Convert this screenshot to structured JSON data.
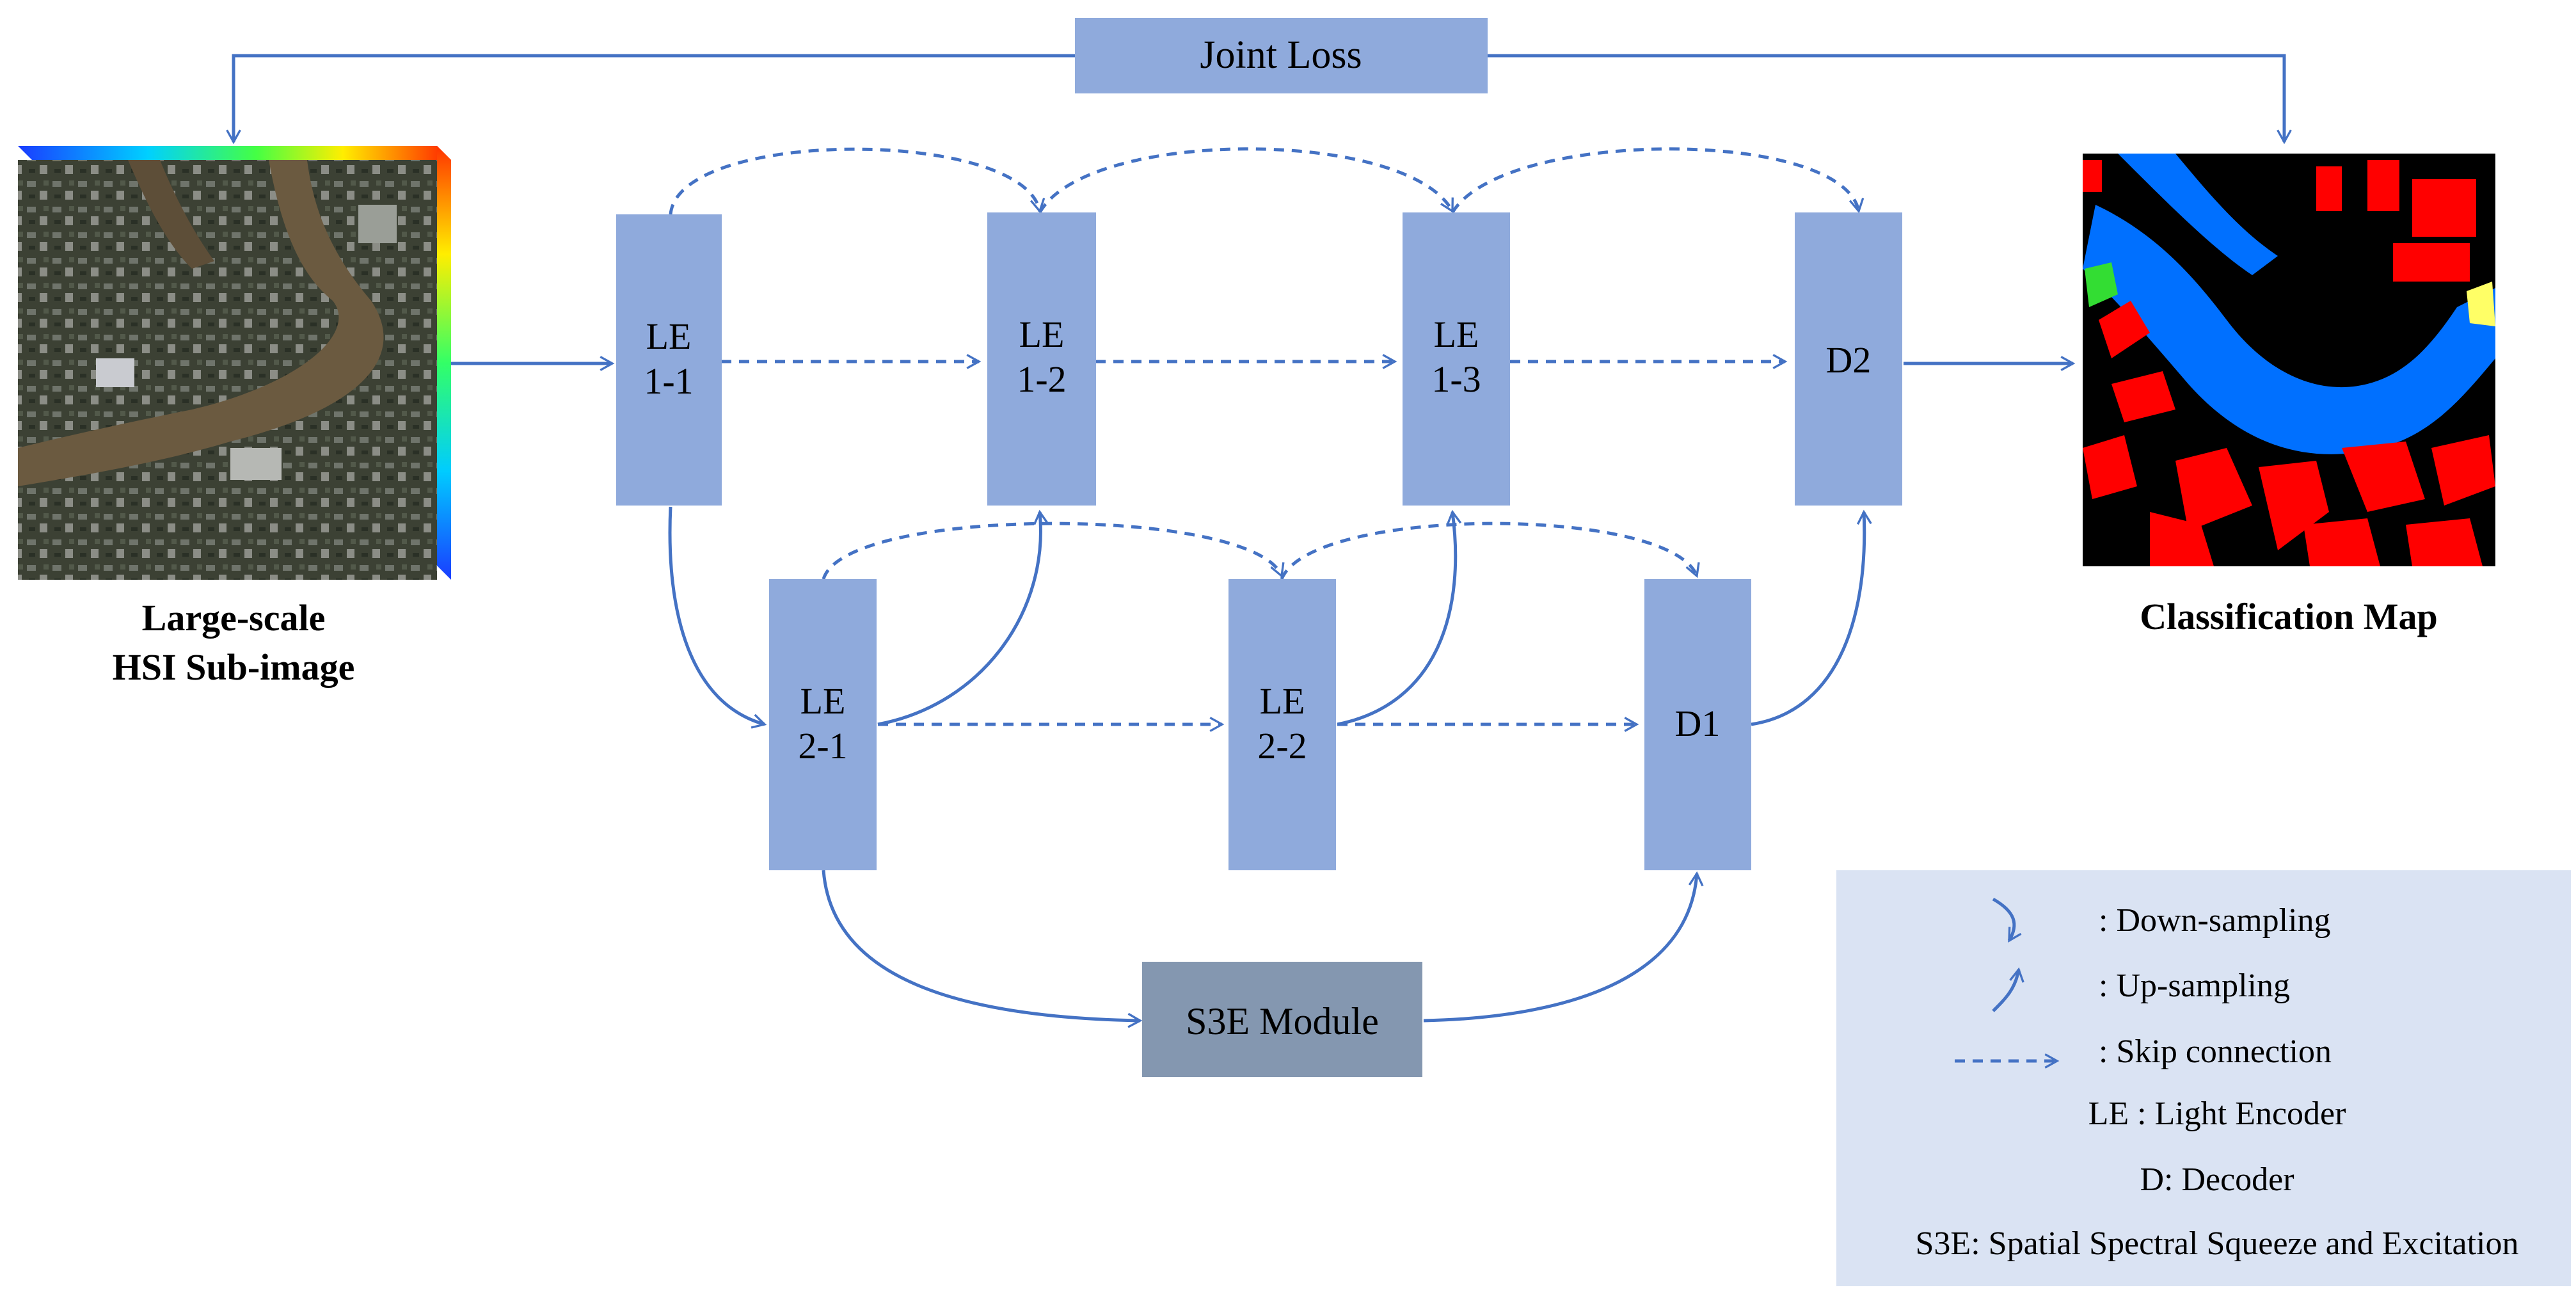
{
  "colors": {
    "box_fill": "#8faadc",
    "module_fill": "#8497b0",
    "arrow": "#4472c4",
    "legend_bg": "#dae3f3",
    "map_background": "#000000",
    "map_building": "#ff0000",
    "map_water": "#0070ff",
    "map_vegetation": "#33dd33",
    "map_other": "#ffff66"
  },
  "loss": {
    "label": "Joint Loss"
  },
  "input": {
    "line1": "Large-scale",
    "line2": "HSI Sub-image"
  },
  "output": {
    "label": "Classification Map"
  },
  "nodes": {
    "le11": {
      "line1": "LE",
      "line2": "1-1"
    },
    "le12": {
      "line1": "LE",
      "line2": "1-2"
    },
    "le13": {
      "line1": "LE",
      "line2": "1-3"
    },
    "d2": {
      "line1": "D2"
    },
    "le21": {
      "line1": "LE",
      "line2": "2-1"
    },
    "le22": {
      "line1": "LE",
      "line2": "2-2"
    },
    "d1": {
      "line1": "D1"
    },
    "s3e": {
      "label": "S3E Module"
    }
  },
  "legend": {
    "down": ": Down-sampling",
    "up": ": Up-sampling",
    "skip": ": Skip connection",
    "le": "LE : Light Encoder",
    "d": "D: Decoder",
    "s3e": "S3E: Spatial Spectral Squeeze and Excitation"
  }
}
